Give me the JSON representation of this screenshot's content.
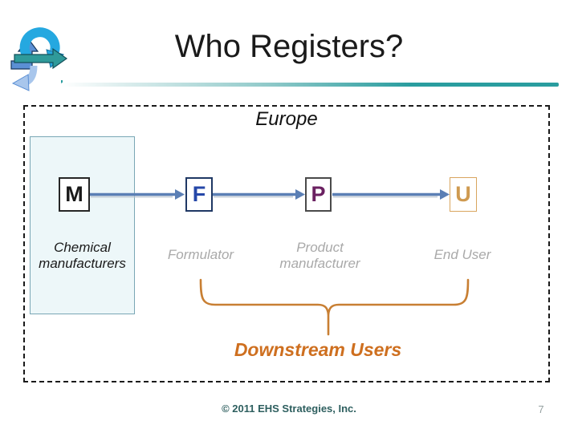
{
  "slide": {
    "title": "Who Registers?",
    "footer": "© 2011 EHS Strategies, Inc.",
    "page_number": "7"
  },
  "diagram": {
    "region_label": "Europe",
    "nodes": [
      {
        "letter": "M",
        "label": "Chemical manufacturers",
        "letter_color": "#1a1a1a",
        "border_color": "#262626",
        "label_color": "#1a1a1a"
      },
      {
        "letter": "F",
        "label": "Formulator",
        "letter_color": "#2547a8",
        "border_color": "#1f3864",
        "label_color": "#a9a9a9"
      },
      {
        "letter": "P",
        "label": "Product manufacturer",
        "letter_color": "#6b2161",
        "border_color": "#4a4a4a",
        "label_color": "#a9a9a9"
      },
      {
        "letter": "U",
        "label": "End User",
        "letter_color": "#cf9a50",
        "border_color": "#d9a55e",
        "label_color": "#a9a9a9"
      }
    ],
    "brace_label": "Downstream Users",
    "colors": {
      "arrow": "#5b7fb5",
      "brace": "#c87f33",
      "brace_label": "#ce6f1f",
      "accent_line": "#2a9d9f",
      "manufacturer_panel_fill": "#edf7f9",
      "manufacturer_panel_border": "#7aa7b5",
      "footer_text": "#2e5f5f"
    },
    "icons": {
      "logo": "recycle-arrows-logo"
    }
  }
}
